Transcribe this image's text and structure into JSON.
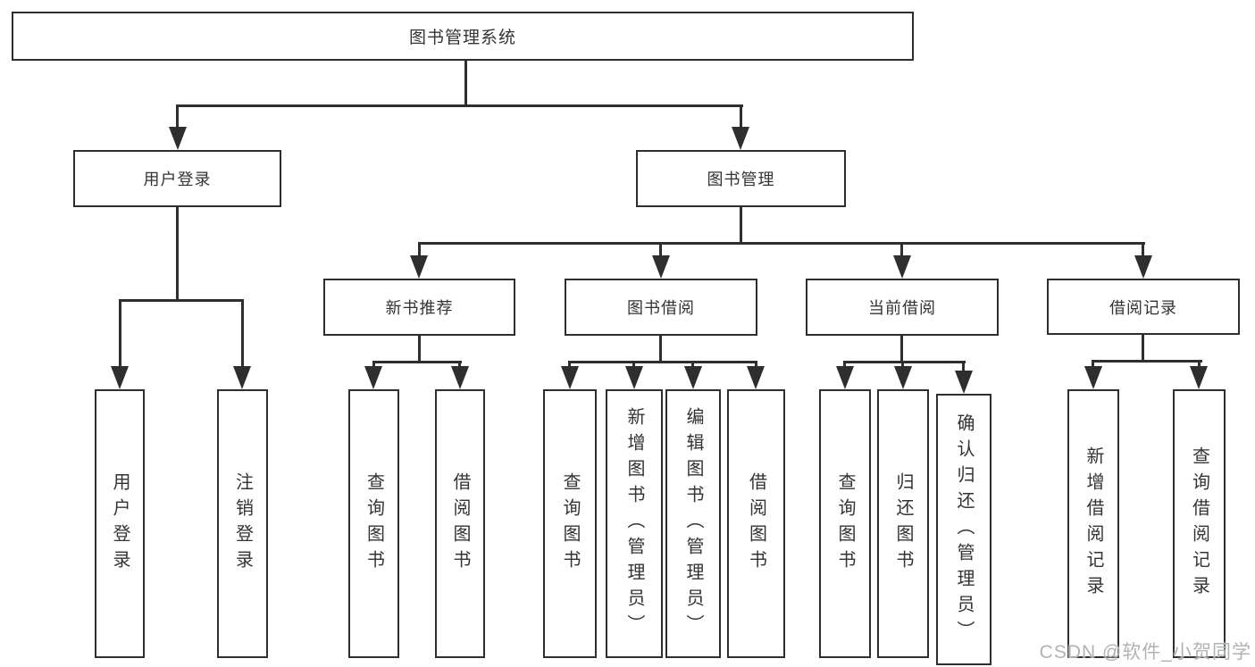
{
  "diagram": {
    "type": "hierarchy-tree",
    "colors": {
      "line": "#2e2e2e",
      "box_border": "#2e2e2e",
      "box_background": "#ffffff",
      "text": "#333333",
      "background": "#ffffff",
      "watermark": "#b0b3b6"
    },
    "watermark": "CSDN @软件_小贺同学",
    "nodes": {
      "root": "图书管理系统",
      "user_login": "用户登录",
      "book_mgmt": "图书管理",
      "new_book": "新书推荐",
      "book_borrow": "图书借阅",
      "cur_borrow": "当前借阅",
      "borrow_rec": "借阅记录",
      "leaf_user_login": "用户登录",
      "leaf_logout": "注销登录",
      "leaf_nb_query": "查询图书",
      "leaf_nb_borrow": "借阅图书",
      "leaf_bb_query": "查询图书",
      "leaf_bb_add": "新增图书（管理员）",
      "leaf_bb_edit": "编辑图书（管理员）",
      "leaf_bb_borrow": "借阅图书",
      "leaf_cb_query": "查询图书",
      "leaf_cb_return": "归还图书",
      "leaf_cb_confirm": "确认归还（管理员）",
      "leaf_br_add": "新增借阅记录",
      "leaf_br_query": "查询借阅记录"
    },
    "tree": {
      "label": "图书管理系统",
      "children": [
        {
          "label": "用户登录",
          "children": [
            {
              "label": "用户登录"
            },
            {
              "label": "注销登录"
            }
          ]
        },
        {
          "label": "图书管理",
          "children": [
            {
              "label": "新书推荐",
              "children": [
                {
                  "label": "查询图书"
                },
                {
                  "label": "借阅图书"
                }
              ]
            },
            {
              "label": "图书借阅",
              "children": [
                {
                  "label": "查询图书"
                },
                {
                  "label": "新增图书（管理员）"
                },
                {
                  "label": "编辑图书（管理员）"
                },
                {
                  "label": "借阅图书"
                }
              ]
            },
            {
              "label": "当前借阅",
              "children": [
                {
                  "label": "查询图书"
                },
                {
                  "label": "归还图书"
                },
                {
                  "label": "确认归还（管理员）"
                }
              ]
            },
            {
              "label": "借阅记录",
              "children": [
                {
                  "label": "新增借阅记录"
                },
                {
                  "label": "查询借阅记录"
                }
              ]
            }
          ]
        }
      ]
    }
  }
}
